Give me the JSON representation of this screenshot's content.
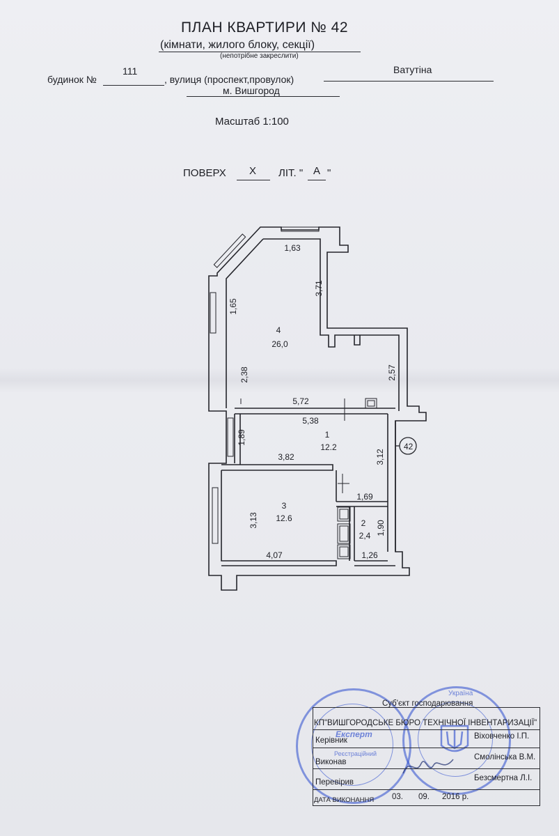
{
  "header": {
    "title": "ПЛАН КВАРТИРИ № 42",
    "subtitle": "(кімнати, жилого блоку, секції)",
    "note": "(непотрібне закреслити)"
  },
  "address": {
    "house_label": "будинок №",
    "house_number": "111",
    "street_label": ", вулиця (проспект,провулок)",
    "street_value": "Ватутіна",
    "city_value": "м. Вишгород"
  },
  "scale": "Масштаб 1:100",
  "floor": {
    "label": "ПОВЕРХ",
    "value": "X",
    "lit_label": "ЛІТ. \"",
    "lit_value": "А",
    "lit_close": "\""
  },
  "plan": {
    "rooms": [
      {
        "number": "4",
        "area": "26,0"
      },
      {
        "number": "1",
        "area": "12.2"
      },
      {
        "number": "3",
        "area": "12.6"
      },
      {
        "number": "2",
        "area": "2,4"
      }
    ],
    "dimensions": [
      "1,63",
      "3,71",
      "1,65",
      "2,38",
      "2,57",
      "5,72",
      "5,38",
      "1,89",
      "3,12",
      "3,82",
      "1,69",
      "3,13",
      "1,90",
      "4,07",
      "1,26"
    ],
    "apartment_marker": "42"
  },
  "stamp": {
    "entity_line1": "Суб'єкт господарювання",
    "entity_line2": "КП\"ВИШГОРОДСЬКЕ БЮРО ТЕХНІЧНОЇ ІНВЕНТАРИЗАЦІЇ\"",
    "rows": [
      {
        "role": "Керівник",
        "name": "Віховченко І.П."
      },
      {
        "role": "Виконав",
        "name": "Смолінська В.М."
      },
      {
        "role": "Перевірив",
        "name": "Безсмертна Л.І."
      }
    ],
    "date_label": "ДАТА ВИКОНАННЯ",
    "date_day": "03.",
    "date_month": "09.",
    "date_year": "2016 р."
  },
  "seals": {
    "left_inner": "Експерт",
    "left_sub": "Реєстраційний",
    "right_top": "Україна"
  },
  "colors": {
    "ink": "#1d1e24",
    "seal": "#2a4acd",
    "paper": "#e6e7ec"
  }
}
